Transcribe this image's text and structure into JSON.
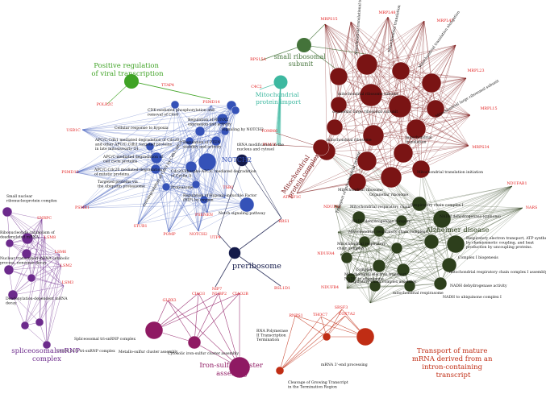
{
  "colors": {
    "green": "#3fa325",
    "darkgreen": "#44733a",
    "teal": "#3db8a0",
    "blue": "#3552b8",
    "navy": "#141a4a",
    "maroon": "#7a1414",
    "olive": "#2d3f1c",
    "purple": "#6c2a8c",
    "magenta": "#8f1a63",
    "orange": "#c02d14",
    "gene_red": "#e21d1d"
  },
  "clusters": {
    "viral": "Positive regulation of viral transcription",
    "ssu": "small ribosomal subunit",
    "mimport": "Mitochondrial protein import",
    "notch": "NOTCH2",
    "preribosome": "preribosome",
    "mito_complex": "Mitochondrial protein complex",
    "alzheimer": "Alzheimer disease",
    "splice": "spliceosomalsnRNP complex",
    "fes": "Iron-sulfur cluster assembly",
    "transport": "Transport of mature mRNA derived from an intron-containing transcript"
  },
  "genes": {
    "mrps15": "MRPS15",
    "mrpl48": "MRPL48",
    "mrpl47": "MRPL47",
    "mrpl23": "MRPL23",
    "mrpl15": "MRPL15",
    "mrps34": "MRPS34",
    "rps15a": "RPS15A",
    "c4c2": "C4C2",
    "tomm6": "TOMM6",
    "pam16": "PAM16",
    "ttap4": "TTAP4",
    "polr2c": "POLR2C",
    "psmd14": "PSMD14",
    "usb1c": "USB1C",
    "psmd13": "PSMD13",
    "psmb1": "PSMB1",
    "stub1": "STUB1",
    "pomp": "POMP",
    "notch2": "NOTCH2",
    "psmb1b": "PSENEN",
    "tsr1": "TSR1",
    "utp4": "UTP4",
    "rrs1": "RRS1",
    "nip7": "NIP7",
    "bsl1d1": "BSL1D1",
    "atp5f1c": "ATP5F1C",
    "ndufab1": "NDUFAB1",
    "ndufs1": "NDUFS1",
    "ndufa4": "NDUFA4",
    "ndufb4": "NDUFB4",
    "nars": "NARS",
    "snrpc": "SNRPC",
    "lsm8": "LSM8",
    "lsm6": "LSM6",
    "lsm2": "LSM2",
    "lsm3": "LSM3",
    "glrx3": "GLRX3",
    "ciao3": "CIAO3",
    "nubp2": "NUBP2",
    "ciao2b": "CIAO2B",
    "rnps1": "RNPS1",
    "thoc7": "THOC7",
    "srsf3": "SRSF3",
    "cox7a2": "COX7A2"
  },
  "terms": {
    "ssu_rot1": "Mitochondrial translational termination",
    "ssu_rot2": "Mitochondrial translation",
    "ssu_rot3": "Mitochondrial translation elongation",
    "ssu_rot4": "Mitochondrial large ribosomal subunit",
    "mrpl_a": "mitochondrial ribosome subunit",
    "mrpl_b": "organellar large ribosomal subunit",
    "mrpl_c": "mitochondrial ribosome",
    "mrpl_d": "mitochondrial translation",
    "mrpl_e": "Mitochondrial translation initiation",
    "mrpl_f": "Mitochondrial ribosome",
    "mrpl_g": "Organellar ribosome",
    "cdk": "CDK-mediated phosphorylation and removal of Cdc6",
    "runx2": "Regulation of RUNX2 expression and activity",
    "cell_resp": "Cellular response to hypoxia",
    "apc1": "APC/C:Cdh1 mediated degradation of Cdc20 and other APC/C:Cdh1 targeted proteins in late mitosis/early G1",
    "apc2": "APC/C:Cdc20 mediated degradation of mitotic proteins",
    "apc3": "APC/C-mediated degradation of cell cycle proteins",
    "pten": "Regulation of PTEN stability and activity",
    "notch_sig": "Signaling by NOTCH2",
    "ubiq": "Targeted proteins via the ubiquitin proteasome",
    "cdc20": "Cdc20:Phospho-APC/C mediated degradation of Cyclin A",
    "protea": "Proteasome",
    "autodeg": "Autodegradation of Cdh1 by Cdh1:APC/C",
    "hif": "Regulation of Hypoxia-inducible Factor (HIF) by oxygen",
    "notch_path": "Notch signaling pathway",
    "mrna_mod": "tRNA modification in the nucleus and cytosol",
    "resp_chain": "Respiratory chain complex I",
    "nadh_deh": "NADH dehydrogenase (quinone)",
    "etc": "Respiratory electron transport, ATP synthesis by chemiosmotic coupling, and heat production by uncoupling proteins.",
    "complex1": "Complex I biogenesis",
    "mito_resp": "mitochondrial respiratory chain complex I assembly",
    "nadh_act": "NADH dehydrogenase activity",
    "nadh_ubi": "NADH to ubiquinone complex I",
    "resp_super": "mitochondrial respirasome",
    "small_nuc": "Small nuclear ribonucleoprotein complex",
    "ribonuc": "Ribonucleotide catabolism of deadenylated mRNA",
    "nuclear_mrna": "Nuclear transcribed mRNA catabolic process, nonsense decay",
    "deadenyl": "Deadenylation-dependent mRNA decay",
    "u4u6": "U4/U6 x U5 tri-snRNP complex",
    "spliceo_tri": "Spliceosomal tri-snRNP complex",
    "metallo": "Metallo-sulfur cluster assembly",
    "cyto_fes": "Cytosolic iron-sulfur cluster assembly",
    "rna_pol": "RNA Polymerase II Transcription Termination",
    "cleavage": "Cleavage of Growing Transcript in the Termination Region",
    "mrna3": "mRNA 3'-end processing",
    "mid_a": "Mitochondrial respiratory chain complex",
    "mid_b": "Complex I",
    "mid_c": "Mitochondrial electron transport, NADH to ubiquinone",
    "mid_d": "NADH dehydrogenase complex",
    "mid_e": "Respiratory chain complex assembly",
    "mid_f": "Mitochondrial respiratory chain complex I",
    "mid_g": "Mitochondrial respiratory chain",
    "trans_inner": "Transport of mitochondrial protein"
  }
}
